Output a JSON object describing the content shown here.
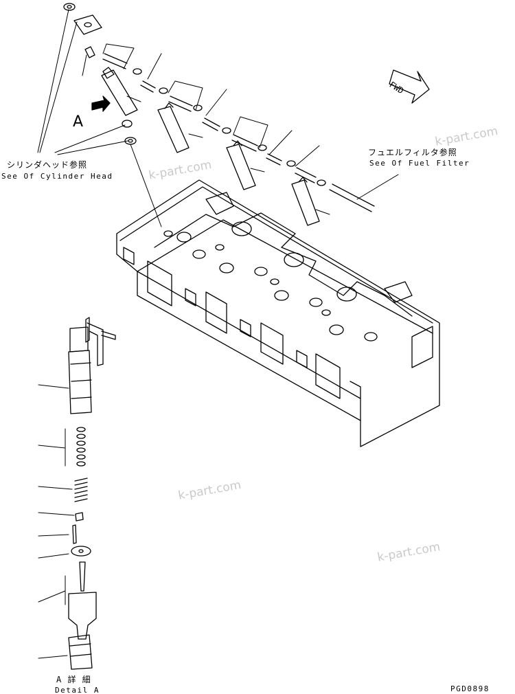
{
  "refs": {
    "cylinder_head_jp": "シリンダヘッド参照",
    "cylinder_head_en": "See Of Cylinder Head",
    "fuel_filter_jp": "フュエルフィルタ参照",
    "fuel_filter_en": "See Of Fuel Filter"
  },
  "view_marker": "A",
  "direction_marker": "FWD",
  "detail": {
    "title_jp": "A 詳 細",
    "title_en": "Detail A"
  },
  "drawing_code": "PGD0898",
  "watermark": "k-part.com"
}
